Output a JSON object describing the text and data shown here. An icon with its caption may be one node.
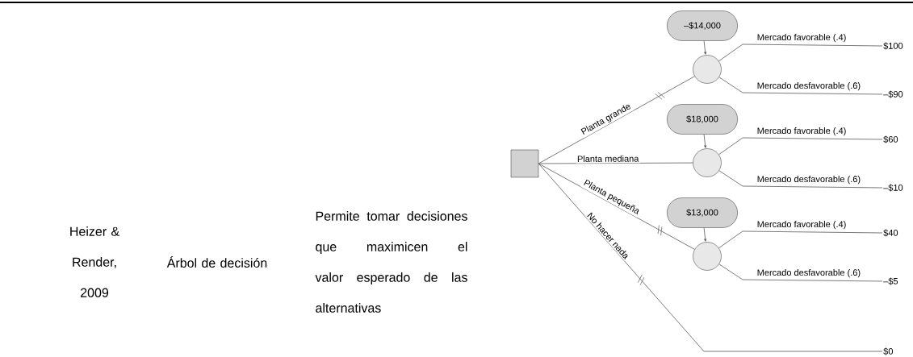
{
  "diagram": {
    "nodes": [
      {
        "text": [],
        "shape": "box"
      },
      {
        "text": [
          "–$14,000"
        ]
      },
      {
        "text": [],
        "shape": "circle"
      },
      {
        "text": [
          "$18,000"
        ]
      },
      {
        "text": [],
        "shape": "circle"
      },
      {
        "text": [
          "$13,000"
        ]
      },
      {
        "text": [],
        "shape": "circle"
      },
      {
        "text": [
          "$100"
        ]
      },
      {
        "text": [
          "–$90"
        ]
      },
      {
        "text": [
          "$60"
        ]
      },
      {
        "text": [
          "–$10"
        ]
      },
      {
        "text": [
          "$40"
        ]
      },
      {
        "text": [
          "–$5"
        ]
      },
      {
        "text": [
          "$0"
        ]
      }
    ],
    "edges": [
      {
        "from": 0,
        "to": 2,
        "arrow": "none",
        "label": "Planta grande"
      },
      {
        "from": 0,
        "to": 4,
        "arrow": "none",
        "label": "Planta mediana"
      },
      {
        "from": 0,
        "to": 6,
        "arrow": "none",
        "label": "Planta pequeña"
      },
      {
        "from": 0,
        "to": 13,
        "arrow": "none",
        "label": "No hacer nada"
      },
      {
        "from": 1,
        "to": 2,
        "arrow": "to"
      },
      {
        "from": 3,
        "to": 4,
        "arrow": "to"
      },
      {
        "from": 5,
        "to": 6,
        "arrow": "to"
      },
      {
        "from": 2,
        "to": 7,
        "arrow": "none",
        "label": "Mercado favorable (.4)"
      },
      {
        "from": 2,
        "to": 8,
        "arrow": "none",
        "label": "Mercado desfavorable (.6)"
      },
      {
        "from": 4,
        "to": 9,
        "arrow": "none",
        "label": "Mercado favorable (.4)"
      },
      {
        "from": 4,
        "to": 10,
        "arrow": "none",
        "label": "Mercado desfavorable (.6)"
      },
      {
        "from": 6,
        "to": 11,
        "arrow": "none",
        "label": "Mercado favorable (.4)"
      },
      {
        "from": 6,
        "to": 12,
        "arrow": "none",
        "label": "Mercado desfavorable (.6)"
      }
    ],
    "labels": [
      "Heizer & Render, 2009",
      "Árbol de decisión",
      "Permite tomar decisiones que maximicen el valor esperado de las alternativas"
    ]
  }
}
